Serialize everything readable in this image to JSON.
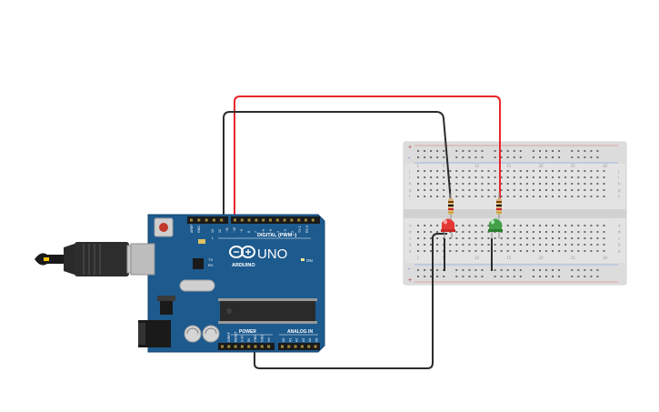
{
  "arduino": {
    "brand": "UNO",
    "logo_text": "ARDUINO",
    "digital_label": "DIGITAL (PWM~)",
    "power_label": "POWER",
    "analog_label": "ANALOG IN",
    "on_label": "ON",
    "tx_label": "TX",
    "rx_label": "RX",
    "l_label": "L",
    "aref_label": "AREF",
    "gnd_label": "GND",
    "digital_pins": [
      "13",
      "12",
      "~11",
      "~10",
      "~9",
      "8",
      "7",
      "~6",
      "~5",
      "4",
      "~3",
      "2",
      "TX 1",
      "RX 0"
    ],
    "power_pins": [
      "IOREF",
      "RESET",
      "3.3V",
      "5V",
      "GND",
      "GND",
      "Vin"
    ],
    "analog_pins": [
      "A0",
      "A1",
      "A2",
      "A3",
      "A4",
      "A5"
    ]
  },
  "breadboard": {
    "row_letters_top": [
      "j",
      "i",
      "h",
      "g",
      "f"
    ],
    "row_letters_bottom": [
      "e",
      "d",
      "c",
      "b",
      "a"
    ],
    "column_numbers": [
      "1",
      "5",
      "10",
      "15",
      "20",
      "25",
      "30"
    ],
    "rail_plus": "+",
    "rail_minus": "-"
  },
  "components": {
    "led_red_color": "#e53935",
    "led_green_color": "#43a047",
    "wire_red_color": "#e8262b",
    "wire_black_color": "#2b2b2b",
    "board_color": "#1d5a8e"
  }
}
